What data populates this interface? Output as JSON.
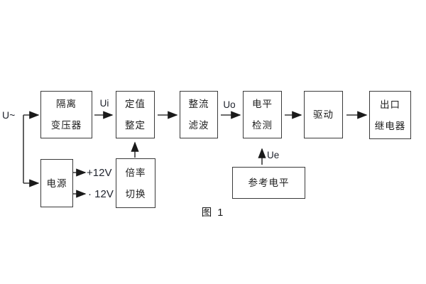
{
  "figure": {
    "caption": "图 1",
    "input_label": "U~",
    "signal_labels": {
      "ui": "Ui",
      "uo": "Uo",
      "ue": "Ue",
      "rail_positive": "+12V",
      "rail_negative": "· 12V"
    },
    "blocks": {
      "isolation_transformer": {
        "line1": "隔离",
        "line2": "变压器"
      },
      "setpoint_setting": {
        "line1": "定值",
        "line2": "整定"
      },
      "rectifier_filter": {
        "line1": "整流",
        "line2": "滤波"
      },
      "level_detection": {
        "line1": "电平",
        "line2": "检测"
      },
      "driver": {
        "label": "驱动"
      },
      "output_relay": {
        "line1": "出口",
        "line2": "继电器"
      },
      "power_supply": {
        "label": "电源"
      },
      "ratio_switch": {
        "line1": "倍率",
        "line2": "切换"
      },
      "reference_level": {
        "label": "参考电平"
      }
    },
    "colors": {
      "wire": "#3a3a3a",
      "border": "#3a3a3a",
      "text": "#1c1c1c",
      "background": "#ffffff"
    }
  }
}
